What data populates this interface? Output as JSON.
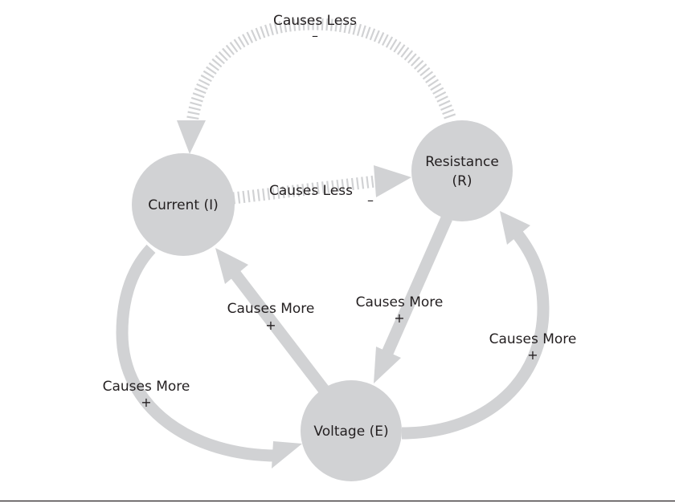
{
  "diagram": {
    "title": "",
    "colors": {
      "node_fill": "#d1d2d4",
      "edge": "#d1d2d4",
      "text": "#231f20"
    },
    "nodes": {
      "current": {
        "label": "Current (I)"
      },
      "resistance": {
        "label_line1": "Resistance",
        "label_line2": "(R)"
      },
      "voltage": {
        "label": "Voltage (E)"
      }
    },
    "edges": {
      "resistance_to_current_top": {
        "from": "Resistance (R)",
        "to": "Current (I)",
        "style": "dashed",
        "label": "Causes Less",
        "sign": "–"
      },
      "current_to_resistance": {
        "from": "Current (I)",
        "to": "Resistance (R)",
        "style": "dashed",
        "label": "Causes Less",
        "sign": "–"
      },
      "voltage_to_current": {
        "from": "Voltage (E)",
        "to": "Current (I)",
        "style": "solid",
        "label": "Causes More",
        "sign": "+"
      },
      "resistance_to_voltage": {
        "from": "Resistance (R)",
        "to": "Voltage (E)",
        "style": "solid",
        "label": "Causes More",
        "sign": "+"
      },
      "voltage_to_resistance": {
        "from": "Voltage (E)",
        "to": "Resistance (R)",
        "style": "solid",
        "label": "Causes More",
        "sign": "+"
      },
      "current_to_voltage": {
        "from": "Current (I)",
        "to": "Voltage (E)",
        "style": "solid",
        "label": "Causes More",
        "sign": "+"
      }
    }
  }
}
